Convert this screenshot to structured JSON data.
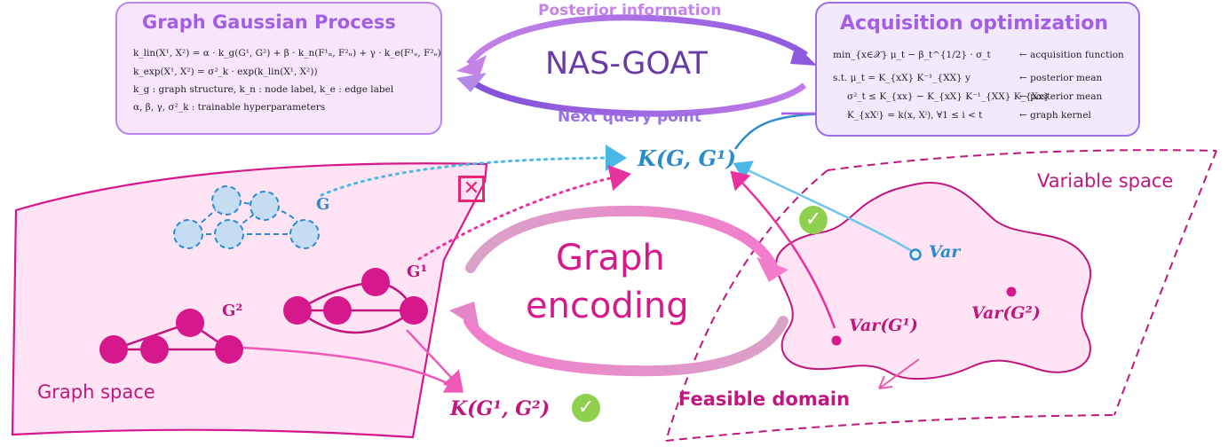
{
  "gp_box": {
    "title": "Graph Gaussian Process",
    "lines": [
      "k_lin(X¹, X²) = α · k_g(G¹, G²) + β · k_n(F¹ₙ, F²ₙ) + γ · k_e(F¹ₑ, F²ₑ)",
      "k_exp(X¹, X²) = σ²_k · exp(k_lin(X¹, X²))",
      "k_g : graph structure,  k_n : node label,  k_e : edge label",
      "α, β, γ, σ²_k : trainable hyperparameters"
    ]
  },
  "acq_box": {
    "title": "Acquisition optimization",
    "rows": [
      {
        "expr": "min_{x∈𝒳}  μ_t − β_t^{1/2} · σ_t",
        "note": "←  acquisition function"
      },
      {
        "expr": "s.t.  μ_t = K_{xX} K⁻¹_{XX} y",
        "note": "←  posterior mean"
      },
      {
        "expr": "σ²_t ≤ K_{xx} − K_{xX} K⁻¹_{XX} K_{Xx}",
        "note": "←  posterior mean"
      },
      {
        "expr": "K_{xXⁱ} = k(x, Xⁱ),  ∀1 ≤ i < t",
        "note": "←  graph kernel"
      }
    ]
  },
  "cycle": {
    "center": "NAS-GOAT",
    "top": "Posterior information",
    "bottom": "Next query point"
  },
  "encoding": {
    "line1": "Graph",
    "line2": "encoding"
  },
  "graph_space": {
    "label": "Graph space",
    "graph_g": "G",
    "graph_g1": "G¹",
    "graph_g2": "G²"
  },
  "kernels": {
    "k_g_g1": "K(G, G¹)",
    "k_g1_g2": "K(G¹, G²)"
  },
  "variable_space": {
    "label": "Variable space",
    "var": "Var",
    "var_g1": "Var(G¹)",
    "var_g2": "Var(G²)",
    "feasible": "Feasible domain"
  },
  "colors": {
    "magenta": "#d6188c",
    "blue": "#2a8ccc",
    "purple": "#a25fe6",
    "light_pink": "#fde3f3",
    "green": "#8fd14f"
  },
  "icons": [
    "check-icon",
    "cross-box-icon"
  ]
}
